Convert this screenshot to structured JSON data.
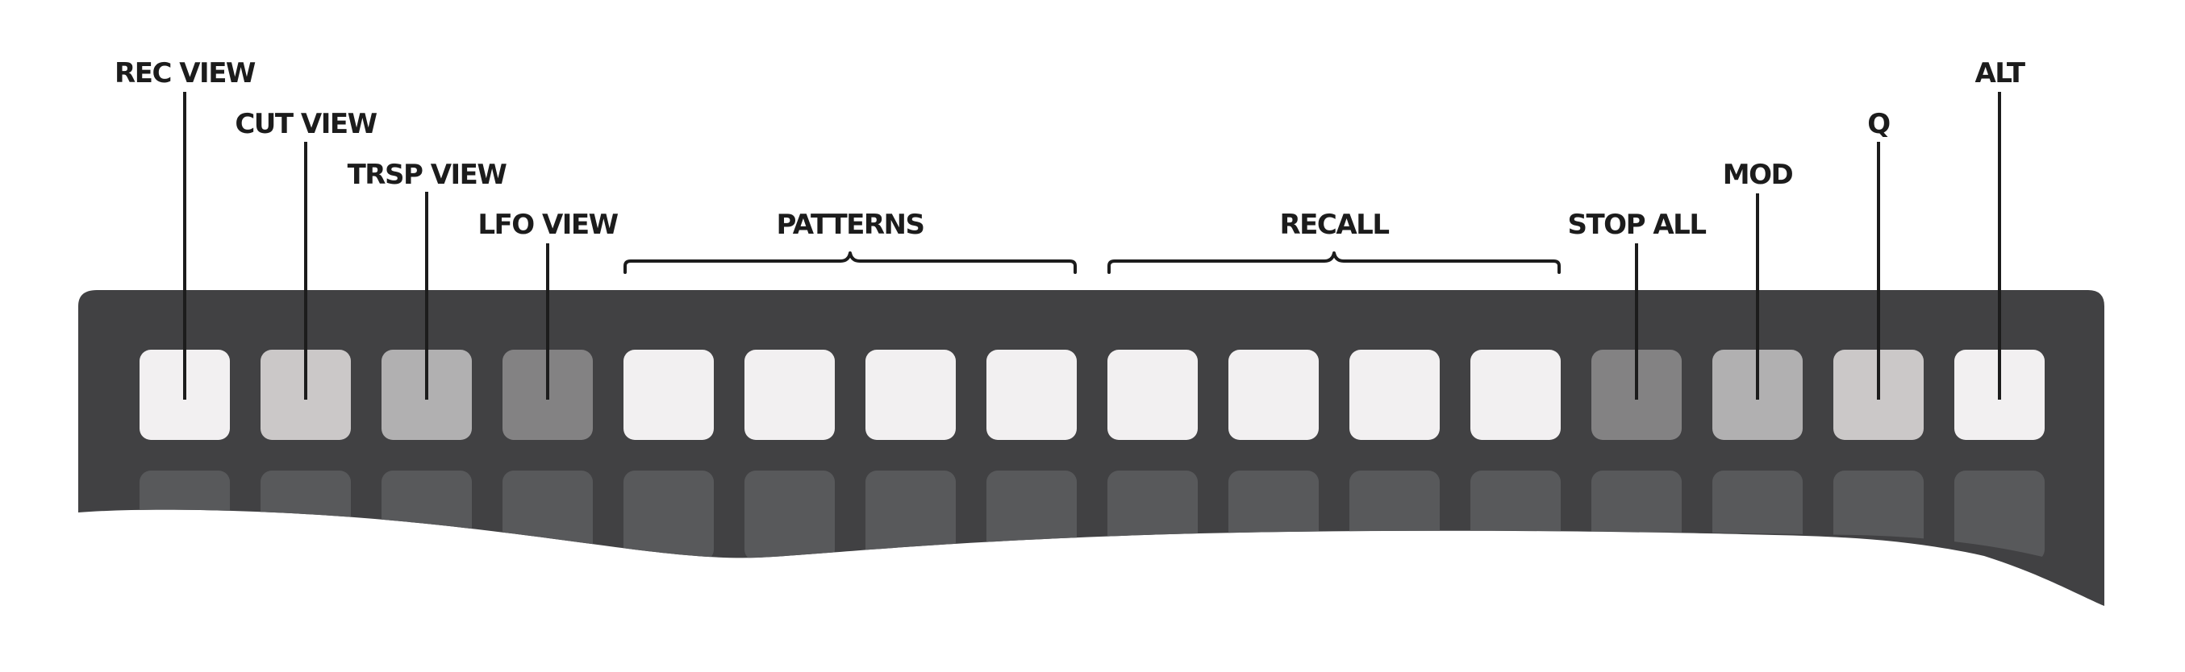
{
  "labels": {
    "rec_view": "REC VIEW",
    "cut_view": "CUT VIEW",
    "trsp_view": "TRSP VIEW",
    "lfo_view": "LFO VIEW",
    "patterns": "PATTERNS",
    "recall": "RECALL",
    "stop_all": "STOP ALL",
    "mod": "MOD",
    "q": "Q",
    "alt": "ALT"
  },
  "colors": {
    "panel": "#414143",
    "key_off": "#58595b",
    "ink": "#1c1c1c"
  },
  "top_row_keys": [
    {
      "id": "rec-view",
      "color": "#f2f0f1"
    },
    {
      "id": "cut-view",
      "color": "#cbc8c8"
    },
    {
      "id": "trsp-view",
      "color": "#b1b0b1"
    },
    {
      "id": "lfo-view",
      "color": "#838283"
    },
    {
      "id": "pattern-1",
      "color": "#f2f0f1"
    },
    {
      "id": "pattern-2",
      "color": "#f2f0f1"
    },
    {
      "id": "pattern-3",
      "color": "#f2f0f1"
    },
    {
      "id": "pattern-4",
      "color": "#f2f0f1"
    },
    {
      "id": "recall-1",
      "color": "#f2f0f1"
    },
    {
      "id": "recall-2",
      "color": "#f2f0f1"
    },
    {
      "id": "recall-3",
      "color": "#f2f0f1"
    },
    {
      "id": "recall-4",
      "color": "#f2f0f1"
    },
    {
      "id": "stop-all",
      "color": "#838283"
    },
    {
      "id": "mod",
      "color": "#b1b0b1"
    },
    {
      "id": "q",
      "color": "#cbc8c8"
    },
    {
      "id": "alt",
      "color": "#f2f0f1"
    }
  ]
}
